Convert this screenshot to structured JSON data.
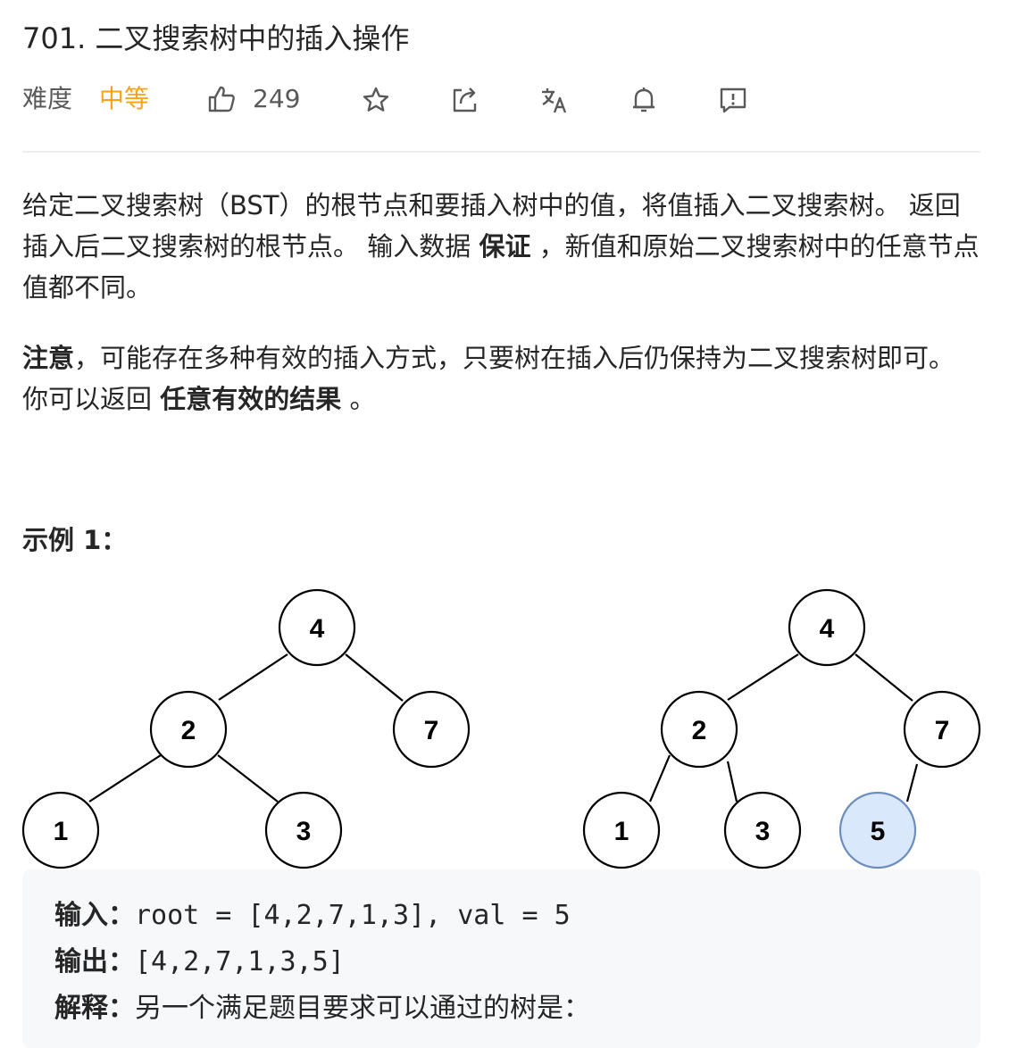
{
  "problem": {
    "title": "701. 二叉搜索树中的插入操作",
    "difficulty_label": "难度",
    "difficulty_value": "中等",
    "likes": "249",
    "accent_color": "#ffa116"
  },
  "toolbar_icons": [
    "thumbs-up-icon",
    "star-icon",
    "share-icon",
    "translate-icon",
    "bell-icon",
    "feedback-icon"
  ],
  "description": {
    "p1_a": "给定二叉搜索树（BST）的根节点和要插入树中的值，将值插入二叉搜索树。 返回插入后二叉搜索树的根节点。 输入数据 ",
    "p1_bold": "保证",
    "p1_b": " ，新值和原始二叉搜索树中的任意节点值都不同。",
    "p2_bold1": "注意",
    "p2_a": "，可能存在多种有效的插入方式，只要树在插入后仍保持为二叉搜索树即可。 你可以返回 ",
    "p2_bold2": "任意有效的结果",
    "p2_b": " 。"
  },
  "example": {
    "title": "示例 1：",
    "tree_before": [
      "4",
      "2",
      "7",
      "1",
      "3"
    ],
    "tree_after": [
      "4",
      "2",
      "7",
      "1",
      "3",
      "5"
    ],
    "highlight_fill": "#dae8fc",
    "highlight_stroke": "#6c8ebf",
    "input_label": "输入：",
    "input_value": "root = [4,2,7,1,3], val = 5",
    "output_label": "输出：",
    "output_value": "[4,2,7,1,3,5]",
    "explain_label": "解释：",
    "explain_value": "另一个满足题目要求可以通过的树是："
  }
}
